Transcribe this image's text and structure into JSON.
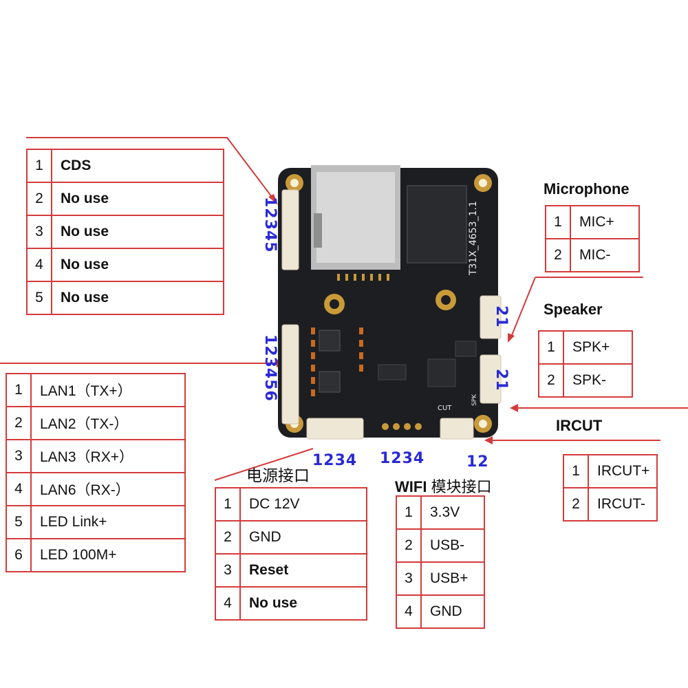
{
  "tables": {
    "cds": {
      "rows": [
        {
          "num": "1",
          "label": "CDS"
        },
        {
          "num": "2",
          "label": "No use"
        },
        {
          "num": "3",
          "label": "No use"
        },
        {
          "num": "4",
          "label": "No use"
        },
        {
          "num": "5",
          "label": "No use"
        }
      ]
    },
    "lan": {
      "rows": [
        {
          "num": "1",
          "label": "LAN1（TX+）"
        },
        {
          "num": "2",
          "label": "LAN2（TX-）"
        },
        {
          "num": "3",
          "label": "LAN3（RX+）"
        },
        {
          "num": "4",
          "label": "LAN6（RX-）"
        },
        {
          "num": "5",
          "label": "LED Link+"
        },
        {
          "num": "6",
          "label": "LED 100M+"
        }
      ]
    },
    "power": {
      "title": "电源接口",
      "rows": [
        {
          "num": "1",
          "label": "DC 12V"
        },
        {
          "num": "2",
          "label": "GND"
        },
        {
          "num": "3",
          "label": "Reset"
        },
        {
          "num": "4",
          "label": "No use"
        }
      ]
    },
    "wifi": {
      "title_a": "WIFI",
      "title_b": "模块接口",
      "rows": [
        {
          "num": "1",
          "label": "3.3V"
        },
        {
          "num": "2",
          "label": "USB-"
        },
        {
          "num": "3",
          "label": "USB+"
        },
        {
          "num": "4",
          "label": "GND"
        }
      ]
    },
    "mic": {
      "title": "Microphone",
      "rows": [
        {
          "num": "1",
          "label": "MIC+"
        },
        {
          "num": "2",
          "label": "MIC-"
        }
      ]
    },
    "spk": {
      "title": "Speaker",
      "rows": [
        {
          "num": "1",
          "label": "SPK+"
        },
        {
          "num": "2",
          "label": "SPK-"
        }
      ]
    },
    "ircut": {
      "title": "IRCUT",
      "rows": [
        {
          "num": "1",
          "label": "IRCUT+"
        },
        {
          "num": "2",
          "label": "IRCUT-"
        }
      ]
    }
  },
  "pin_numbers": {
    "top_left": "12345",
    "mid_left": "123456",
    "power": "1234",
    "wifi": "1234",
    "ircut": "12",
    "speaker_a": "21",
    "speaker_b": "21"
  },
  "board": {
    "silkscreen_model": "T31X_4653_1.1",
    "silkscreen_cut": "CUT",
    "silkscreen_spk": "SPK",
    "colors": {
      "pcb": "#1d1e21",
      "pad": "#c89a3a",
      "connector": "#efe7d6",
      "sd": "#bdbdbd",
      "line": "#d43a3a",
      "pin_label": "#2a2ad6"
    }
  }
}
